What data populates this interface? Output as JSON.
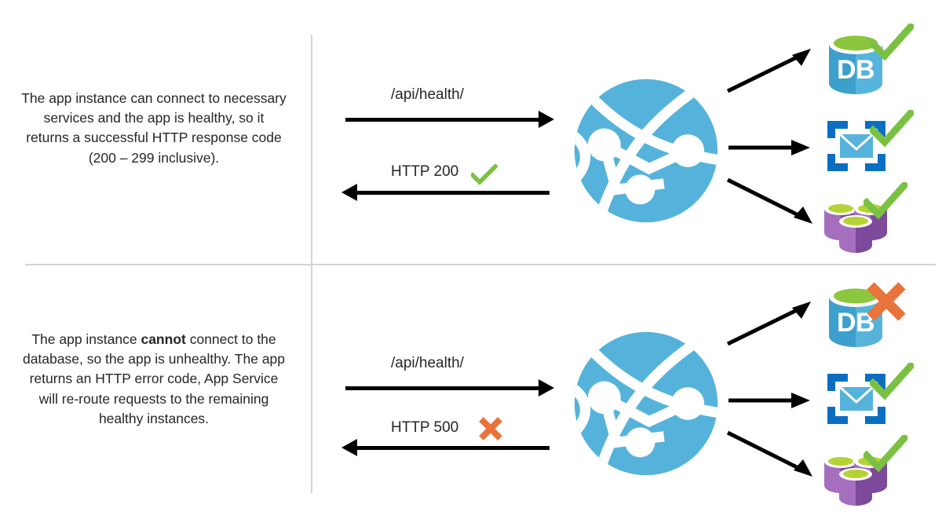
{
  "diagram": {
    "title": "App Service health check behaviour",
    "colors": {
      "globe_blue": "#55b3db",
      "db_blue_left": "#3d9fcc",
      "db_blue_right": "#56b4dc",
      "db_green_top": "#8cc63f",
      "queue_frame_blue": "#0a6fc2",
      "queue_envelope_blue": "#55b3db",
      "storage_purple_light": "#a56fbe",
      "storage_purple_dark": "#7d4a9b",
      "storage_green_top": "#b5d334",
      "check_green": "#7ac143",
      "cross_orange": "#e8743b",
      "arrow_black": "#000000",
      "divider_gray": "#d4d4d4",
      "text_color": "#262626"
    },
    "rows": [
      {
        "id": "healthy",
        "description_parts": [
          {
            "text": "The app instance can connect to necessary services and the app is healthy, so it returns a successful HTTP response code (200 – 299 inclusive).",
            "bold": false
          }
        ],
        "description_plain": "The app instance can connect to necessary services and the app is healthy, so it returns a successful HTTP response code (200 – 299 inclusive).",
        "request_label": "/api/health/",
        "response_label": "HTTP 200",
        "response_status": "check",
        "app_node": "app-service-globe",
        "resources": [
          {
            "name": "database",
            "label": "DB",
            "status": "check"
          },
          {
            "name": "queue",
            "label": "",
            "status": "check"
          },
          {
            "name": "storage",
            "label": "",
            "status": "check"
          }
        ]
      },
      {
        "id": "unhealthy",
        "description_parts": [
          {
            "text": "The app instance ",
            "bold": false
          },
          {
            "text": "cannot",
            "bold": true
          },
          {
            "text": " connect to the database, so the app is unhealthy. The app returns an HTTP error code, App Service will re-route requests to the remaining healthy instances.",
            "bold": false
          }
        ],
        "description_plain": "The app instance cannot connect to the database, so the app is unhealthy. The app returns an HTTP error code, App Service will re-route requests to the remaining healthy instances.",
        "request_label": "/api/health/",
        "response_label": "HTTP 500",
        "response_status": "cross",
        "app_node": "app-service-globe",
        "resources": [
          {
            "name": "database",
            "label": "DB",
            "status": "cross"
          },
          {
            "name": "queue",
            "label": "",
            "status": "check"
          },
          {
            "name": "storage",
            "label": "",
            "status": "check"
          }
        ]
      }
    ]
  }
}
